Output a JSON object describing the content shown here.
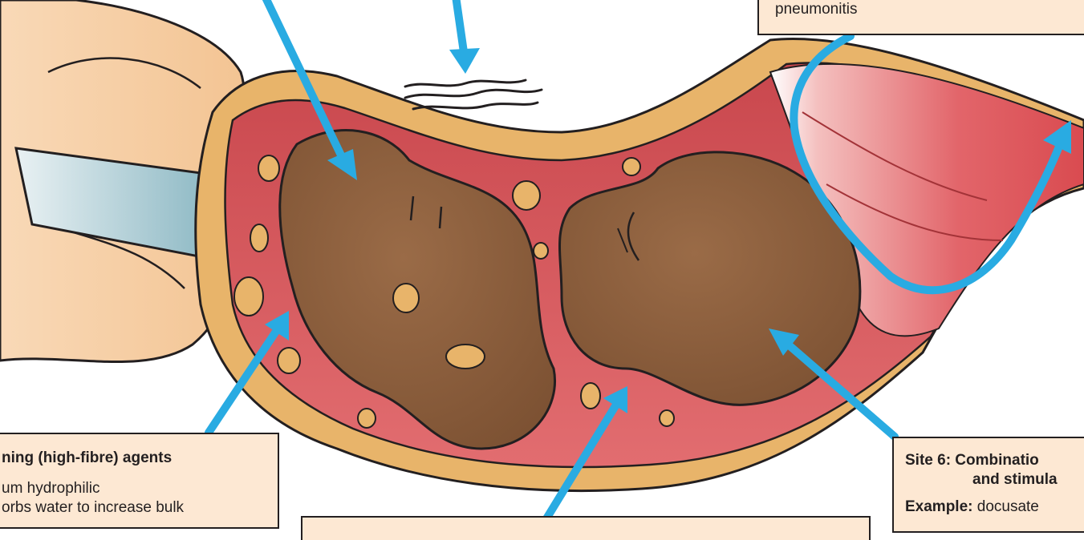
{
  "labels": {
    "top_right": {
      "text": "pneumonitis"
    },
    "left": {
      "title": "ning (high-fibre) agents",
      "line1": "um hydrophilic",
      "line2": "orbs water to increase bulk"
    },
    "right": {
      "title_line1": "Site 6: Combinatio",
      "title_line2": "and stimula",
      "example_label": "Example:",
      "example_text": " docusate"
    }
  },
  "colors": {
    "arrow": "#29abe2",
    "stool": "#8b5e3c",
    "colon_wall": "#e2888a",
    "colon_rim": "#e6b36a",
    "label_fill": "#fde8d3",
    "skin": "#f7cfa5"
  },
  "icons": {
    "gas": "gas-waves-icon",
    "arrow": "arrow-icon"
  }
}
